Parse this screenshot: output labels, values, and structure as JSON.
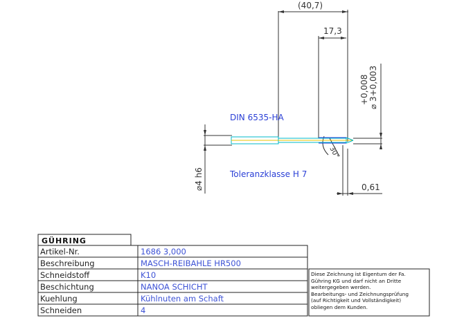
{
  "dimensions": {
    "overall_length": "(40,7)",
    "flute_length": "17,3",
    "diameter_tol_line1": "+0,008",
    "diameter_tol_line2": "⌀ 3+0,003",
    "shank_diameter": "⌀4 h6",
    "angle": "30°",
    "tip_offset": "0,61"
  },
  "annotations": {
    "din": "DIN 6535-HA",
    "tolerance_class": "Toleranzklasse H 7"
  },
  "title_block": {
    "logo": "GÜHRING",
    "rows": [
      {
        "label": "Artikel-Nr.",
        "value": "1686 3,000"
      },
      {
        "label": "Beschreibung",
        "value": "MASCH-REIBAHLE HR500"
      },
      {
        "label": "Schneidstoff",
        "value": "K10"
      },
      {
        "label": "Beschichtung",
        "value": "NANOA SCHICHT"
      },
      {
        "label": "Kuehlung",
        "value": "Kühlnuten am Schaft"
      },
      {
        "label": "Schneiden",
        "value": "4"
      }
    ]
  },
  "legal_note": [
    "Diese Zeichnung ist Eigentum der Fa.",
    "Gühring KG und darf nicht an Dritte",
    "weitergegeben werden.",
    "Bearbeitungs- und Zeichnungsprüfung",
    "(auf Richtigkeit und Vollständigkeit)",
    "obliegen dem Kunden."
  ],
  "colors": {
    "line": "#333333",
    "annotation": "#2a3fd6",
    "tool_cyan": "#00b8c8",
    "tool_yellow": "#e8c600"
  }
}
